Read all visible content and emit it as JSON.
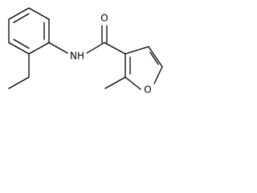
{
  "molecule": {
    "atoms": {
      "carbonyl_oxygen": "O",
      "amide_nitrogen": "NH",
      "furan_oxygen": "O"
    }
  }
}
